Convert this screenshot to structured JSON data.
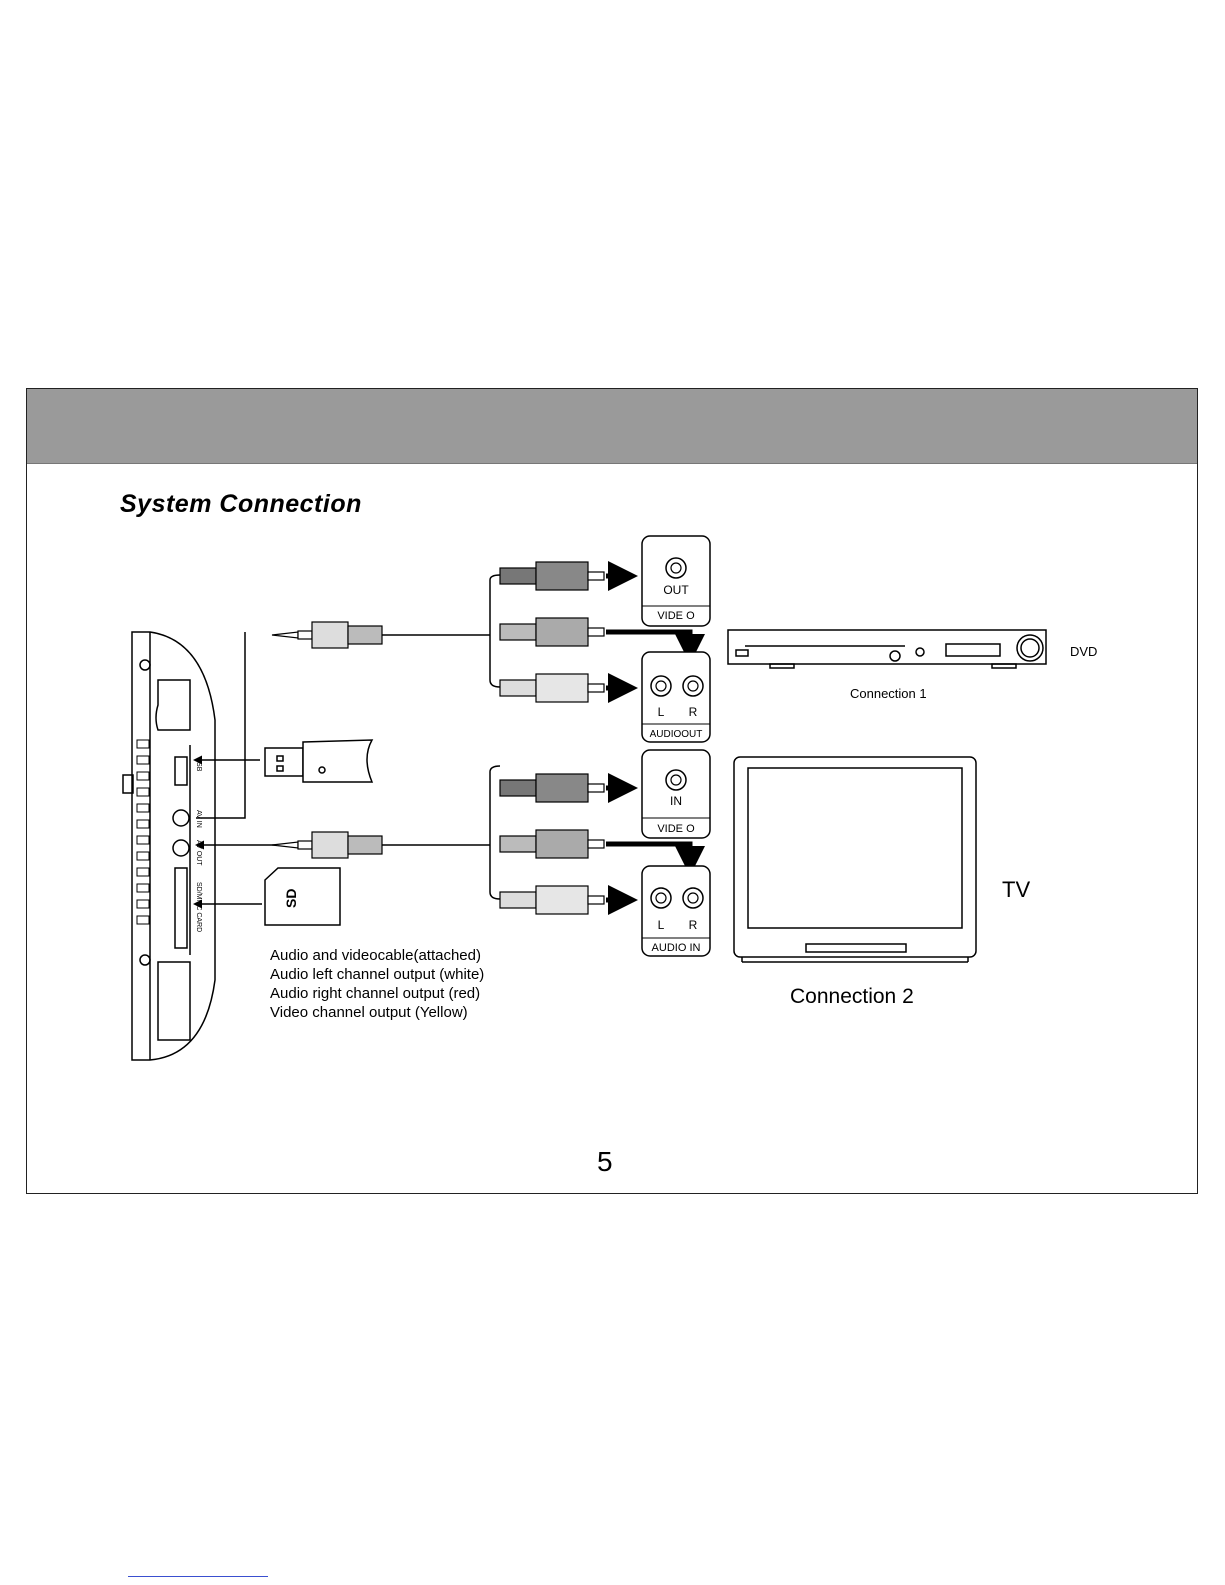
{
  "page": {
    "title": "System Connection",
    "page_number": "5"
  },
  "diagram": {
    "dvd": {
      "label": "DVD",
      "connection_label": "Connection  1",
      "video_jack": {
        "jack_label": "OUT",
        "panel_label": "VIDE O"
      },
      "audio_jack": {
        "left": "L",
        "right": "R",
        "panel_label": "AUDIOOUT"
      }
    },
    "tv": {
      "label": "TV",
      "connection_label": "Connection   2",
      "video_jack": {
        "jack_label": "IN",
        "panel_label": "VIDE O"
      },
      "audio_jack": {
        "left": "L",
        "right": "R",
        "panel_label": "AUDIO  IN"
      }
    },
    "device_ports": [
      "USB",
      "AV IN",
      "AV OUT",
      "SD/MMC CARD"
    ],
    "sd_card_label": "SD",
    "legend": [
      "Audio  and  videocable(attached)",
      "Audio  left  channel output  (white)",
      "Audio  right  channel output (red)",
      "Video channel output (Yellow)"
    ]
  }
}
